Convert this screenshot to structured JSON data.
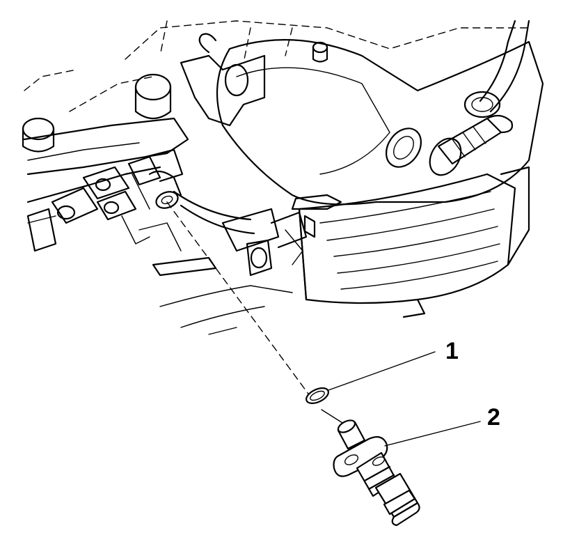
{
  "callouts": [
    {
      "label": "1",
      "part": "o-ring-seal"
    },
    {
      "label": "2",
      "part": "sensor"
    }
  ],
  "colors": {
    "line": "#000000",
    "background": "#ffffff"
  }
}
